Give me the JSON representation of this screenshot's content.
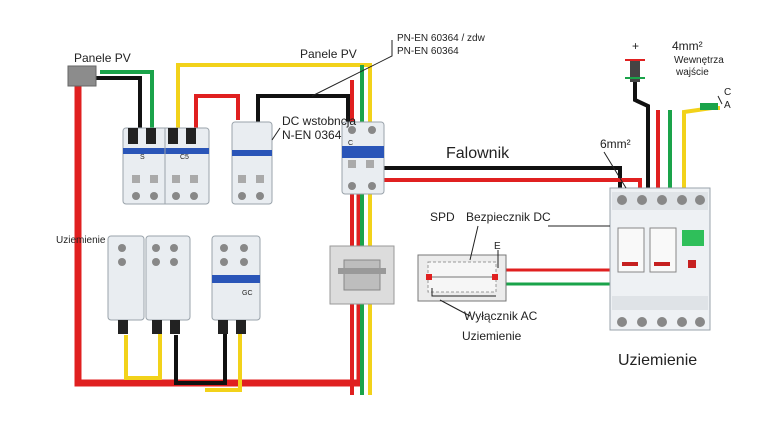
{
  "labels": {
    "panele_pv_left": "Panele PV",
    "panele_pv_top": "Panele PV",
    "norm_1": "PN-EN 60364 / zdw",
    "norm_2": "PN-EN 60364",
    "dc_wst_1": "DC wstobncja",
    "dc_wst_2": "N-EN 0364",
    "falownik": "Falownik",
    "uziemienie_left": "Uziemienie",
    "spd": "SPD",
    "bezpiecznik_dc": "Bezpiecznik DC",
    "e_mark": "E",
    "wylacznik_ac": "Wyłącznik AC",
    "uziemienie_mid": "Uziemienie",
    "uziemienie_right": "Uziemienie",
    "mm6": "6mm²",
    "plus": "+",
    "mm4": "4mm²",
    "wewnet_1": "Wewnętrza",
    "wewnet_2": "wajście",
    "c_mark": "C",
    "a_mark": "A",
    "breaker_text_1": "S",
    "breaker_text_2": "C5",
    "breaker_text_3": "C",
    "breaker_text_4": "GC"
  },
  "colors": {
    "red": "#e02020",
    "yellow": "#f2d21a",
    "green": "#1aa34a",
    "black": "#111111",
    "blue": "#2a55b8",
    "device": "#e9edf1",
    "device_stroke": "#9aa3ab"
  }
}
